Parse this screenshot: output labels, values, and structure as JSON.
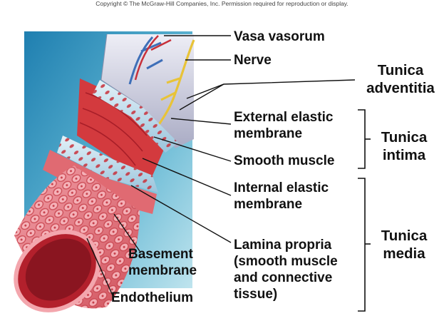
{
  "copyright": "Copyright © The McGraw-Hill Companies, Inc. Permission required for reproduction or display.",
  "labels": {
    "vasa_vasorum": "Vasa vasorum",
    "nerve": "Nerve",
    "tunica_adventitia": [
      "Tunica",
      "adventitia"
    ],
    "external_elastic_membrane": [
      "External elastic",
      "membrane"
    ],
    "smooth_muscle": "Smooth muscle",
    "tunica_intima": [
      "Tunica",
      "intima"
    ],
    "internal_elastic_membrane": [
      "Internal elastic",
      "membrane"
    ],
    "lamina_propria": [
      "Lamina propria",
      "(smooth muscle",
      "and connective",
      "tissue)"
    ],
    "tunica_media": [
      "Tunica",
      "media"
    ],
    "basement_membrane": [
      "Basement",
      "membrane"
    ],
    "endothelium": "Endothelium"
  },
  "colors": {
    "background_panel": "#3a9ac0",
    "adventitia": "#d6d8e6",
    "elastic_membrane": "#c7e0ee",
    "muscle": "#d33a3e",
    "endothelium": "#e8838a",
    "nerve": "#e8c338",
    "vessel_red": "#c8303a",
    "vessel_blue": "#3e6fb8"
  }
}
